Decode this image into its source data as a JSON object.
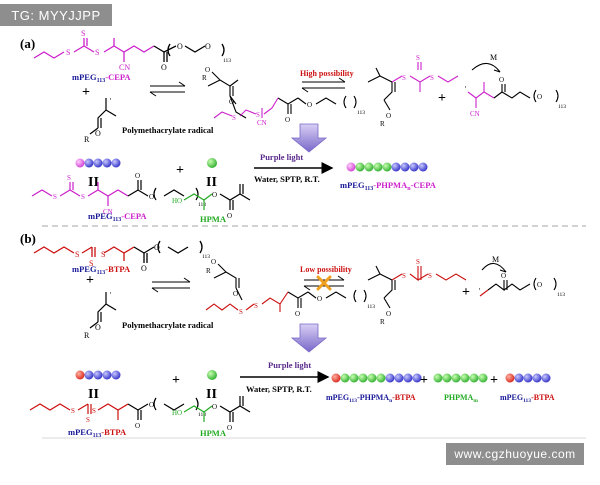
{
  "watermarks": {
    "top": "TG: MYYJJPP",
    "bottom": "www.cgzhuoyue.com"
  },
  "panel_a": {
    "label": "(a)",
    "reagent": {
      "prefix": "mPEG",
      "sub": "113",
      "suffix": "-CEPA"
    },
    "radical_caption": "Polymethacrylate radical",
    "high_possibility": "High possibility",
    "monomer_M": "M",
    "light_label": "Purple light",
    "conditions": "Water, SPTP, R.T.",
    "monomer_name": "HPMA",
    "product": {
      "p1": "mPEG",
      "s1": "113",
      "p2": "-PHPMA",
      "s2": "n",
      "p3": "-CEPA"
    }
  },
  "panel_b": {
    "label": "(b)",
    "reagent": {
      "prefix": "mPEG",
      "sub": "113",
      "suffix": "-BTPA"
    },
    "radical_caption": "Polymethacrylate radical",
    "low_possibility": "Low possibility",
    "monomer_M": "M",
    "light_label": "Purple light",
    "conditions": "Water, SPTP, R.T.",
    "monomer_name": "HPMA",
    "product1": {
      "p1": "mPEG",
      "s1": "113",
      "p2": "-PHPMA",
      "s2": "n",
      "p3": "-BTPA"
    },
    "product2": {
      "p1": "PHPMA",
      "s1": "m"
    },
    "product3": {
      "p1": "mPEG",
      "s1": "113",
      "p3": "-BTPA"
    }
  },
  "atoms": {
    "S": "S",
    "O": "O",
    "R": "R",
    "CN": "CN",
    "HO": "HO",
    "sub113": "113"
  },
  "colors": {
    "magenta": "#cc22cc",
    "navy": "#1a1a99",
    "red": "#cc1111",
    "green": "#22aa22",
    "arrow_purple": "#8f7fd0",
    "dash": "#b8b8b8"
  }
}
